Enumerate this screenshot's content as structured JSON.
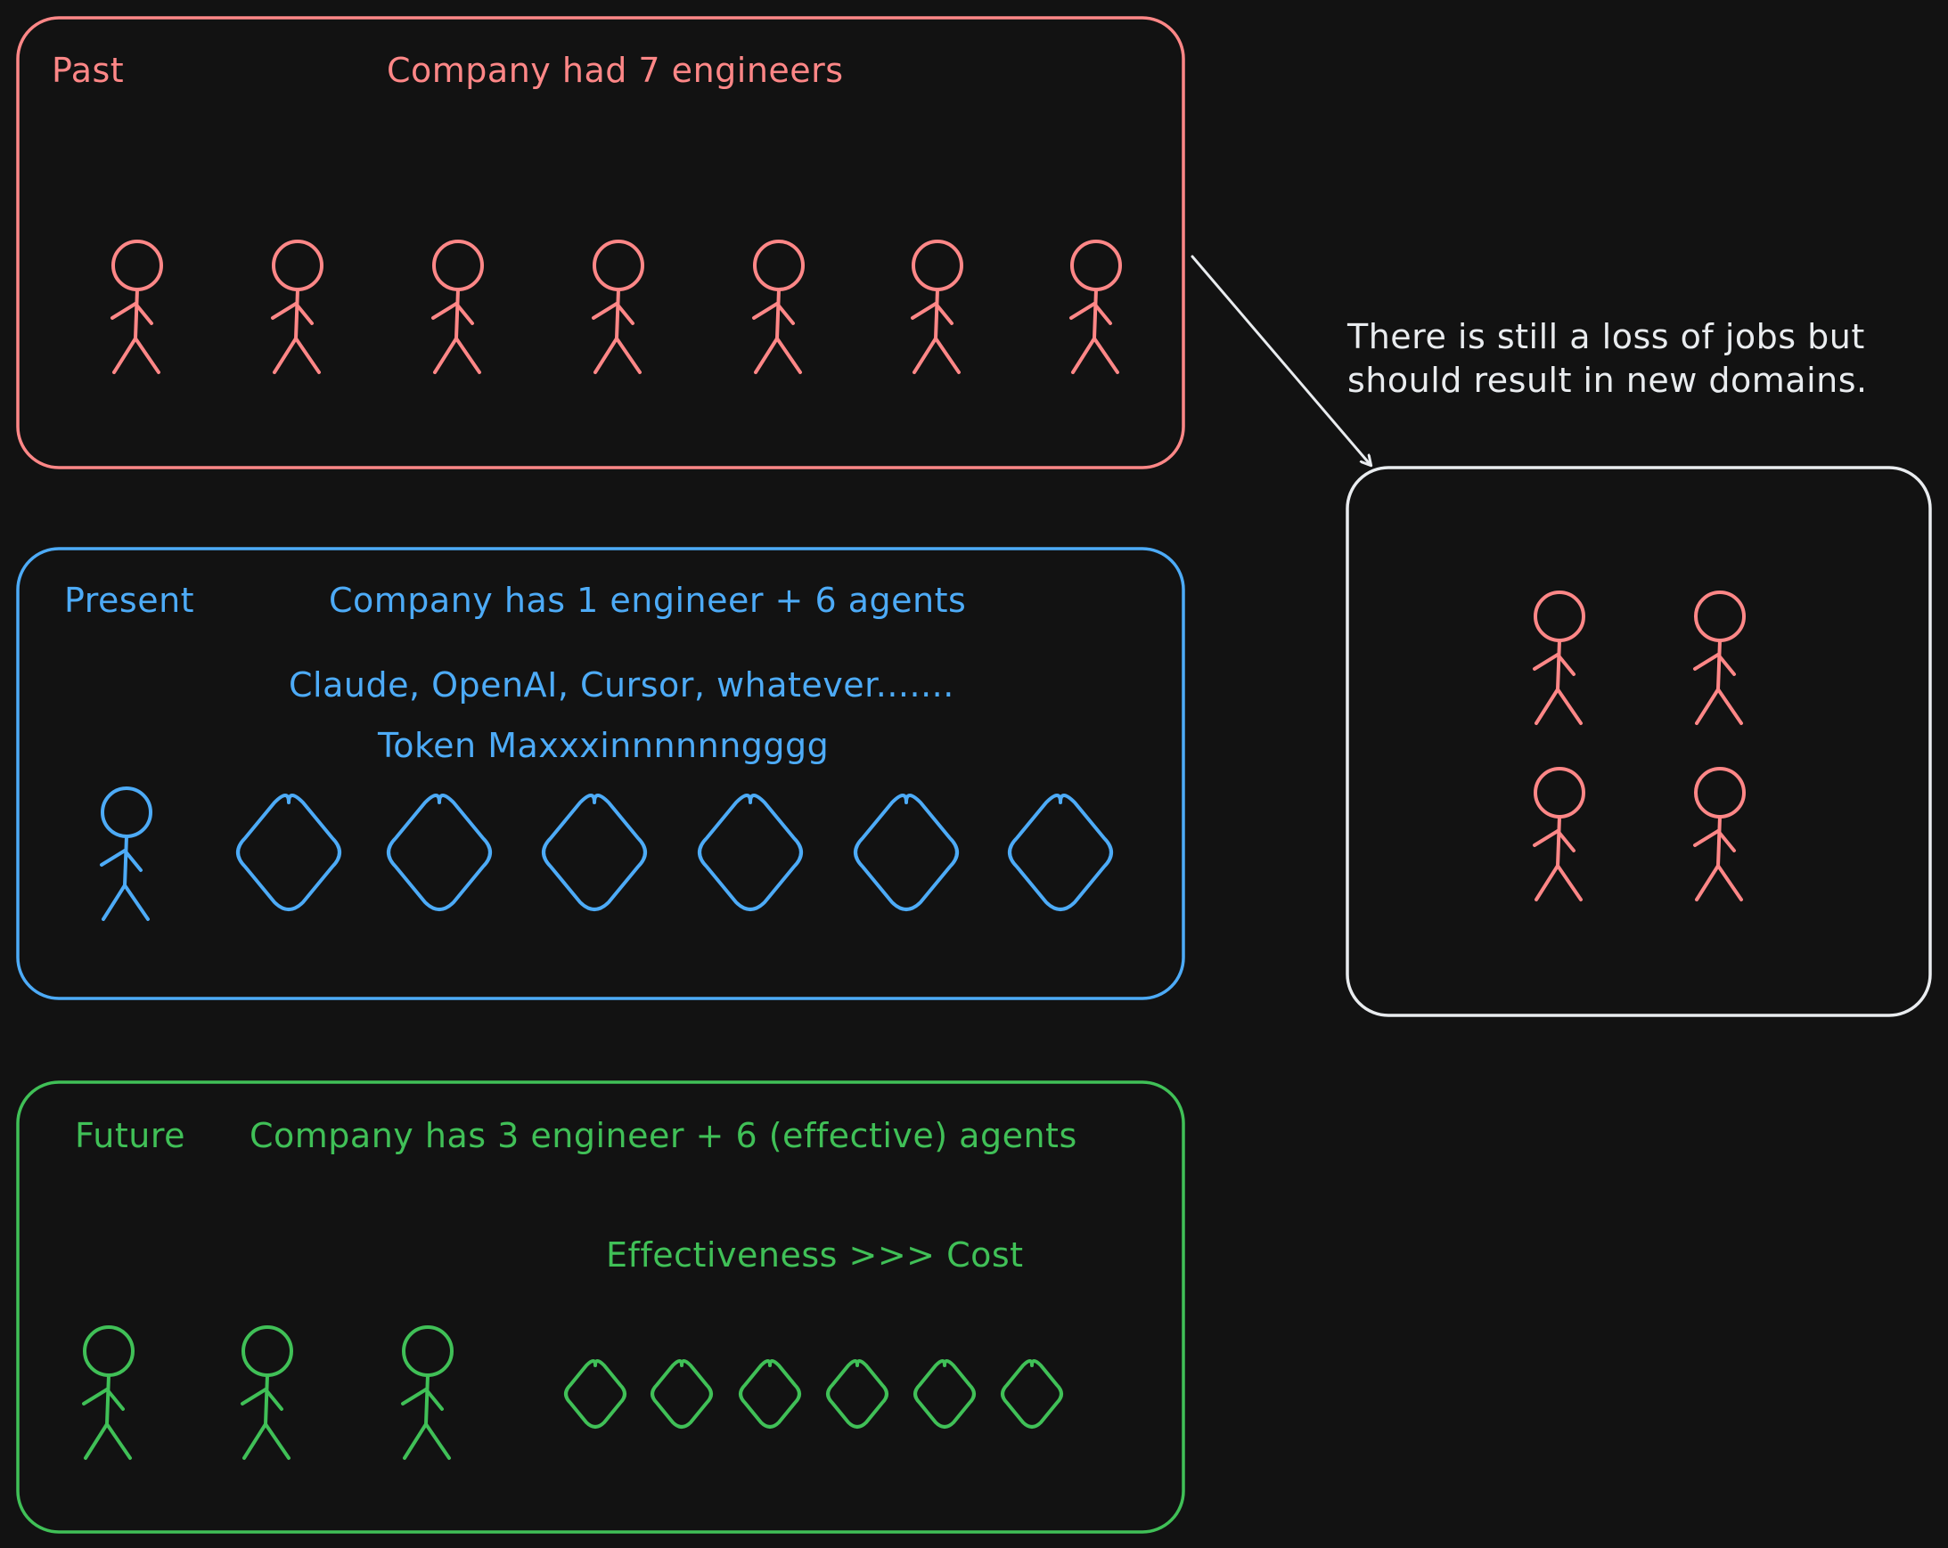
{
  "colors": {
    "background": "#121212",
    "past": "#ff8787",
    "present": "#4dabf7",
    "future": "#40c057",
    "note": "#e9ecef"
  },
  "past": {
    "label": "Past",
    "headline": "Company had 7 engineers",
    "engineer_count": 7
  },
  "present": {
    "label": "Present",
    "headline": "Company has 1 engineer + 6 agents",
    "tools": "Claude, OpenAI, Cursor, whatever.......",
    "slogan": "Token Maxxxinnnnnngggg",
    "engineer_count": 1,
    "agent_count": 6
  },
  "future": {
    "label": "Future",
    "headline": "Company has 3 engineer + 6 (effective) agents",
    "tagline": "Effectiveness >>> Cost",
    "engineer_count": 3,
    "agent_count": 6
  },
  "new_domains": {
    "note": "There is still a loss of jobs but should result in new domains.",
    "engineer_count": 4
  }
}
